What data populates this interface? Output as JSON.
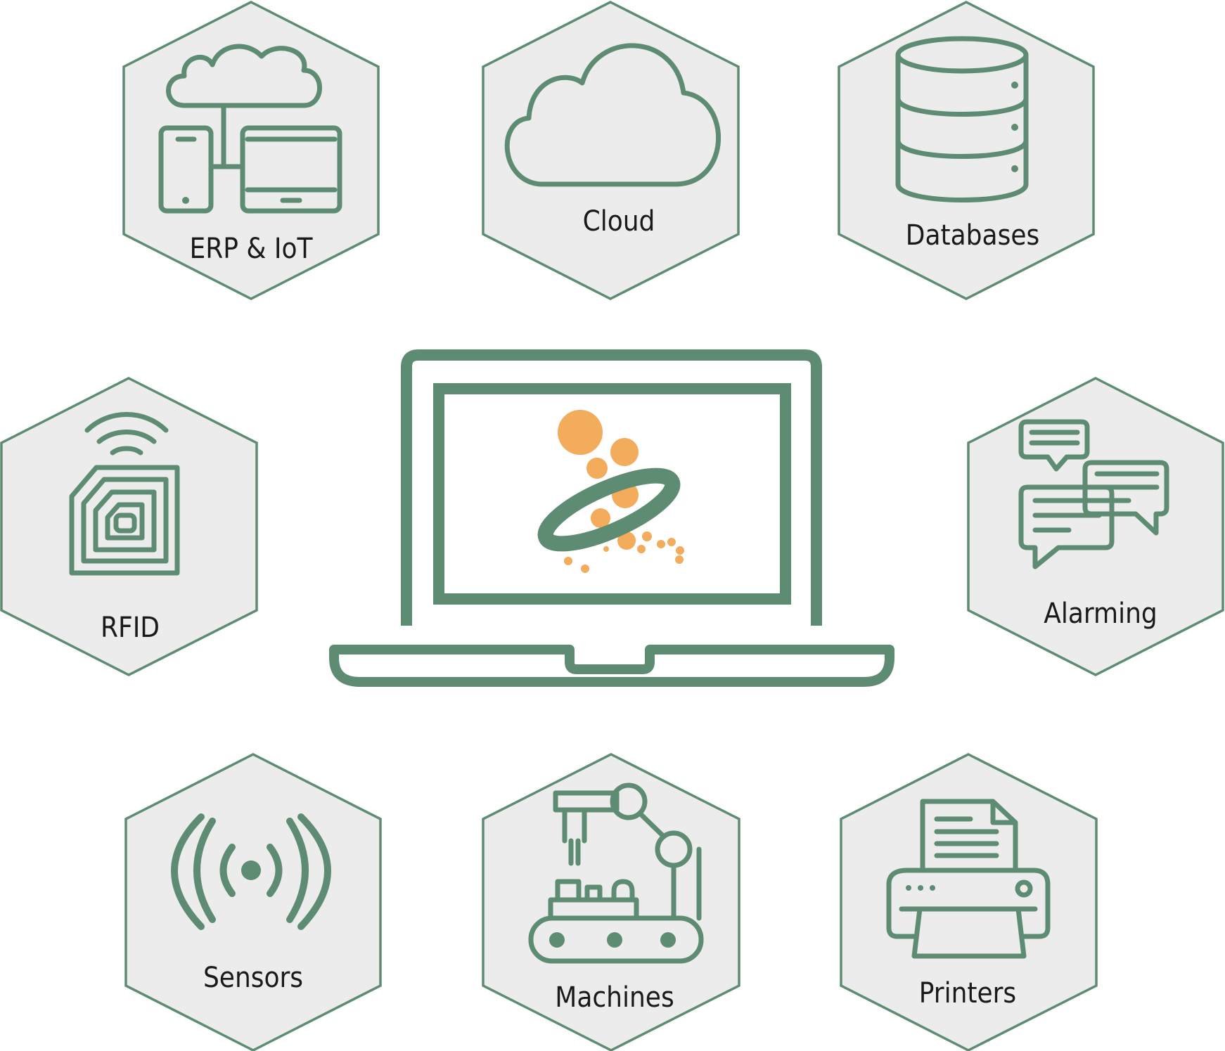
{
  "colors": {
    "accent": "#5e8c72",
    "hex_fill": "#ececec",
    "logo_orange": "#f2ac5c"
  },
  "center": {
    "icon": "laptop-icon",
    "logo": "app-logo"
  },
  "nodes": [
    {
      "id": "erp-iot",
      "label": "ERP & IoT",
      "icon": "cloud-devices-icon"
    },
    {
      "id": "cloud",
      "label": "Cloud",
      "icon": "cloud-icon"
    },
    {
      "id": "databases",
      "label": "Databases",
      "icon": "database-icon"
    },
    {
      "id": "rfid",
      "label": "RFID",
      "icon": "rfid-tag-icon"
    },
    {
      "id": "alarming",
      "label": "Alarming",
      "icon": "chat-bubbles-icon"
    },
    {
      "id": "sensors",
      "label": "Sensors",
      "icon": "signal-waves-icon"
    },
    {
      "id": "machines",
      "label": "Machines",
      "icon": "robot-arm-conveyor-icon"
    },
    {
      "id": "printers",
      "label": "Printers",
      "icon": "printer-icon"
    }
  ]
}
